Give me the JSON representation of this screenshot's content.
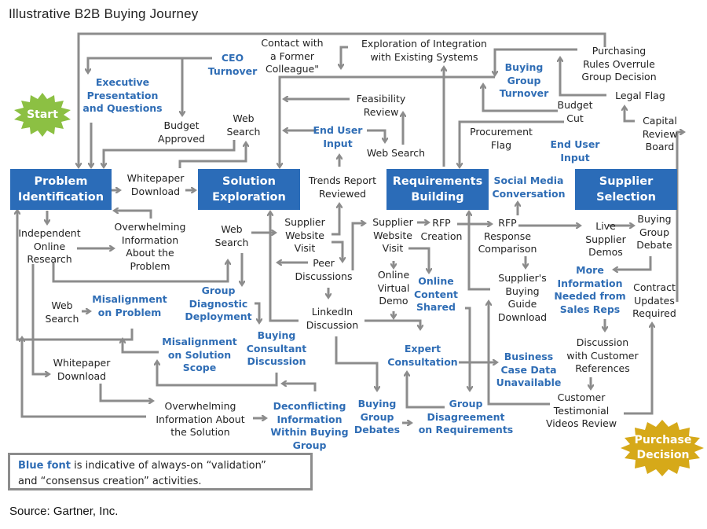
{
  "title": "Illustrative B2B Buying Journey",
  "start_label": "Start",
  "end_label": "Purchase\nDecision",
  "colors": {
    "stage_fill": "#2b6cb8",
    "blue_text": "#2f6db5",
    "arrow": "#8c8c8c",
    "start_star": "#8cc043",
    "end_star": "#d6a919"
  },
  "stages": {
    "problem": "Problem\nIdentification",
    "solution": "Solution\nExploration",
    "requirements": "Requirements\nBuilding",
    "supplier": "Supplier\nSelection"
  },
  "activities": {
    "ceo_turnover": "CEO\nTurnover",
    "executive_presentation": "Executive\nPresentation\nand Questions",
    "budget_approved": "Budget\nApproved",
    "web_search_top": "Web\nSearch",
    "contact_former": "Contact with\na Former\nColleague\"",
    "exploration_integration": "Exploration of Integration\nwith Existing Systems",
    "feasibility_review": "Feasibility\nReview",
    "end_user_input_1": "End User\nInput",
    "web_search_mid": "Web Search",
    "trends_report": "Trends Report\nReviewed",
    "buying_group_turnover": "Buying\nGroup\nTurnover",
    "purchasing_rules": "Purchasing\nRules Overrule\nGroup Decision",
    "legal_flag": "Legal Flag",
    "budget_cut": "Budget\nCut",
    "procurement_flag": "Procurement\nFlag",
    "end_user_input_2": "End User\nInput",
    "capital_review": "Capital\nReview\nBoard",
    "whitepaper_download_top": "Whitepaper\nDownload",
    "independent_research": "Independent\nOnline\nResearch",
    "overwhelming_problem": "Overwhelming\nInformation\nAbout the\nProblem",
    "web_search_left": "Web\nSearch",
    "supplier_website_1": "Supplier\nWebsite\nVisit",
    "peer_discussions": "Peer\nDiscussions",
    "supplier_website_2": "Supplier\nWebsite\nVisit",
    "rfp_creation": "RFP\nCreation",
    "rfp_response": "RFP\nResponse\nComparison",
    "social_media": "Social Media\nConversation",
    "live_demos": "Live\nSupplier\nDemos",
    "buying_group_debate": "Buying\nGroup\nDebate",
    "online_virtual_demo": "Online\nVirtual\nDemo",
    "online_content": "Online\nContent\nShared",
    "suppliers_guide": "Supplier's\nBuying\nGuide\nDownload",
    "more_information": "More\nInformation\nNeeded from\nSales Reps",
    "contract_updates": "Contract\nUpdates\nRequired",
    "web_search_bottom": "Web\nSearch",
    "misalignment_problem": "Misalignment\non Problem",
    "group_diagnostic": "Group\nDiagnostic\nDeployment",
    "linkedin": "LinkedIn\nDiscussion",
    "misalignment_solution": "Misalignment\non Solution\nScope",
    "buying_consultant": "Buying\nConsultant\nDiscussion",
    "expert_consultation": "Expert\nConsultation",
    "business_case": "Business\nCase Data\nUnavailable",
    "discussion_references": "Discussion\nwith Customer\nReferences",
    "whitepaper_download_bottom": "Whitepaper\nDownload",
    "overwhelming_solution": "Overwhelming\nInformation About\nthe Solution",
    "deconflicting": "Deconflicting\nInformation\nWithin Buying\nGroup",
    "buying_group_debates": "Buying\nGroup\nDebates",
    "group_disagreement": "Group\nDisagreement\non Requirements",
    "customer_testimonial": "Customer\nTestimonial\nVideos Review"
  },
  "legend": {
    "highlight": "Blue font",
    "text_line1": " is indicative of always-on “validation”",
    "text_line2": "and “consensus creation” activities."
  },
  "source": "Source: Gartner, Inc."
}
